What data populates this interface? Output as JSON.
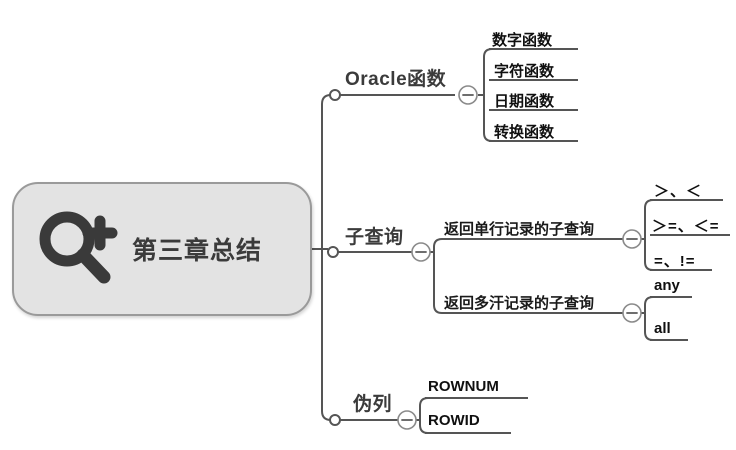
{
  "diagram": {
    "type": "mindmap",
    "title_node": {
      "label": "第三章总结",
      "icon": "magnifier-plus-icon",
      "fill_color": "#e3e3e3",
      "border_color": "#9a9a9a"
    },
    "line_color": "#555555",
    "text_color": "#3b3b3b",
    "branches": [
      {
        "id": "oracle-functions",
        "label": "Oracle函数",
        "children": [
          {
            "label": "数字函数"
          },
          {
            "label": "字符函数"
          },
          {
            "label": "日期函数"
          },
          {
            "label": "转换函数"
          }
        ]
      },
      {
        "id": "subquery",
        "label": "子查询",
        "children": [
          {
            "label": "返回单行记录的子查询",
            "children": [
              {
                "label": "＞、＜"
              },
              {
                "label": "＞=、＜="
              },
              {
                "label": "=、!="
              }
            ]
          },
          {
            "label": "返回多汗记录的子查询",
            "children": [
              {
                "label": "any"
              },
              {
                "label": "all"
              }
            ]
          }
        ]
      },
      {
        "id": "pseudo-columns",
        "label": "伪列",
        "children": [
          {
            "label": "ROWNUM"
          },
          {
            "label": "ROWID"
          }
        ]
      }
    ]
  }
}
